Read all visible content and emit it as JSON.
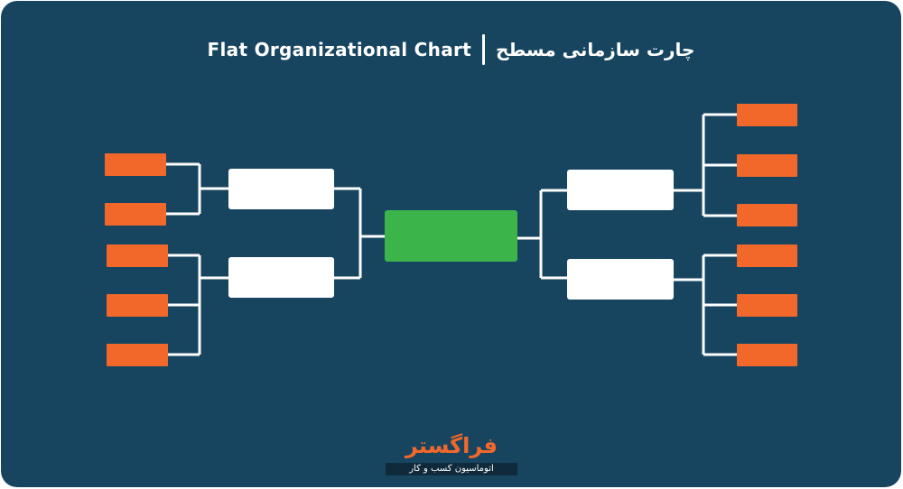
{
  "title": {
    "english": "Flat  Organizational Chart",
    "persian": "چارت سازمانی مسطح"
  },
  "diagram": {
    "colors": {
      "background": "#174560",
      "root": "#3bb54a",
      "middle": "#ffffff",
      "leaf": "#f2682a",
      "connector": "#ffffff"
    },
    "root": {
      "label": ""
    },
    "branches": [
      {
        "side": "left",
        "children": [
          {
            "label": "",
            "leaves": 2
          },
          {
            "label": "",
            "leaves": 3
          }
        ]
      },
      {
        "side": "right",
        "children": [
          {
            "label": "",
            "leaves": 3
          },
          {
            "label": "",
            "leaves": 3
          }
        ]
      }
    ]
  },
  "logo": {
    "name": "فراگستر",
    "tagline": "اتوماسیون کسب و کار"
  }
}
